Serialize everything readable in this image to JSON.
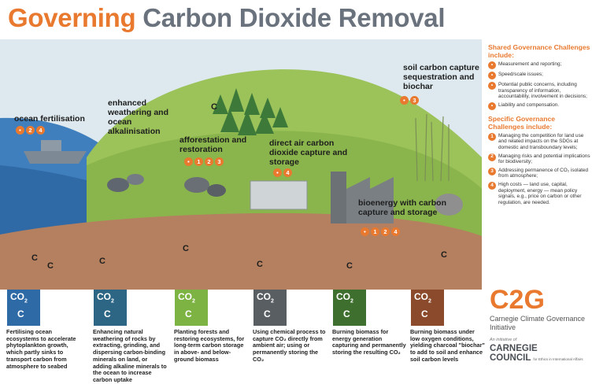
{
  "title": {
    "word1": "Governing",
    "word2": "Carbon Dioxide Removal"
  },
  "approaches": [
    {
      "label": "ocean fertilisation",
      "badges": [
        "•",
        "2",
        "4"
      ]
    },
    {
      "label": "enhanced weathering and ocean alkalinisation",
      "badges": []
    },
    {
      "label": "afforestation and restoration",
      "badges": [
        "•",
        "1",
        "2",
        "3"
      ]
    },
    {
      "label": "direct air carbon dioxide capture and storage",
      "badges": [
        "•",
        "4"
      ]
    },
    {
      "label": "bioenergy with carbon capture and storage",
      "badges": [
        "•",
        "1",
        "2",
        "4"
      ]
    },
    {
      "label": "soil carbon capture sequestration and biochar",
      "badges": [
        "•",
        "3"
      ]
    }
  ],
  "scene_c": "C",
  "panels": [
    {
      "tile_color": "#2e6aa6",
      "desc": "Fertilising ocean ecosystems to accelerate phytoplankton growth, which partly sinks to transport carbon from atmosphere to seabed"
    },
    {
      "tile_color": "#2c6684",
      "desc": "Enhancing natural weathering of rocks by extracting, grinding, and dispersing carbon-binding minerals on land, or adding alkaline minerals to the ocean to increase carbon uptake"
    },
    {
      "tile_color": "#7cb342",
      "desc": "Planting forests and restoring ecosystems, for long-term carbon storage in above- and below-ground biomass"
    },
    {
      "tile_color": "#595e63",
      "desc": "Using chemical process to capture CO₂ directly from ambient air; using or permanently storing the CO₂"
    },
    {
      "tile_color": "#3f6f2e",
      "desc": "Burning biomass for energy generation capturing and permanently storing the resulting CO₂"
    },
    {
      "tile_color": "#8a4a2b",
      "desc": "Burning biomass under low oxygen conditions, yielding charcoal \"biochar\" to add to soil and enhance soil carbon levels"
    }
  ],
  "tile_text": {
    "co2": "CO",
    "co2_sub": "2",
    "c": "C"
  },
  "shared": {
    "heading": "Shared Governance Challenges include:",
    "items": [
      "Measurement and reporting;",
      "Speed/scale issues;",
      "Potential public concerns, including transparency of information, accountability, involvement in decisions;",
      "Liability and compensation."
    ],
    "bullet": "•"
  },
  "specific": {
    "heading": "Specific Governance Challenges include:",
    "items": [
      {
        "n": "1",
        "text": "Managing the competition for land use and related impacts on the SDGs at domestic and transboundary levels;"
      },
      {
        "n": "2",
        "text": "Managing risks and potential implications for biodiversity;"
      },
      {
        "n": "3",
        "text": "Addressing permanence of CO₂ isolated from atmosphere;"
      },
      {
        "n": "4",
        "text": "High costs — land use, capital, deployment, energy — mean policy signals, e.g., price on carbon or other regulation, are needed."
      }
    ]
  },
  "c2g": {
    "logo": "C2G",
    "name": "Carnegie Climate Governance Initiative",
    "initiative": "An initiative of",
    "council_line1": "CARNEGIE",
    "council_line2": "COUNCIL",
    "council_sub": "for Ethics in International Affairs"
  },
  "colors": {
    "orange": "#e8792f",
    "grey": "#6a737d",
    "sky": "#d4e6ec",
    "ocean": "#3a7ab8",
    "land": "#8fb84e",
    "soil": "#b07a5a"
  }
}
